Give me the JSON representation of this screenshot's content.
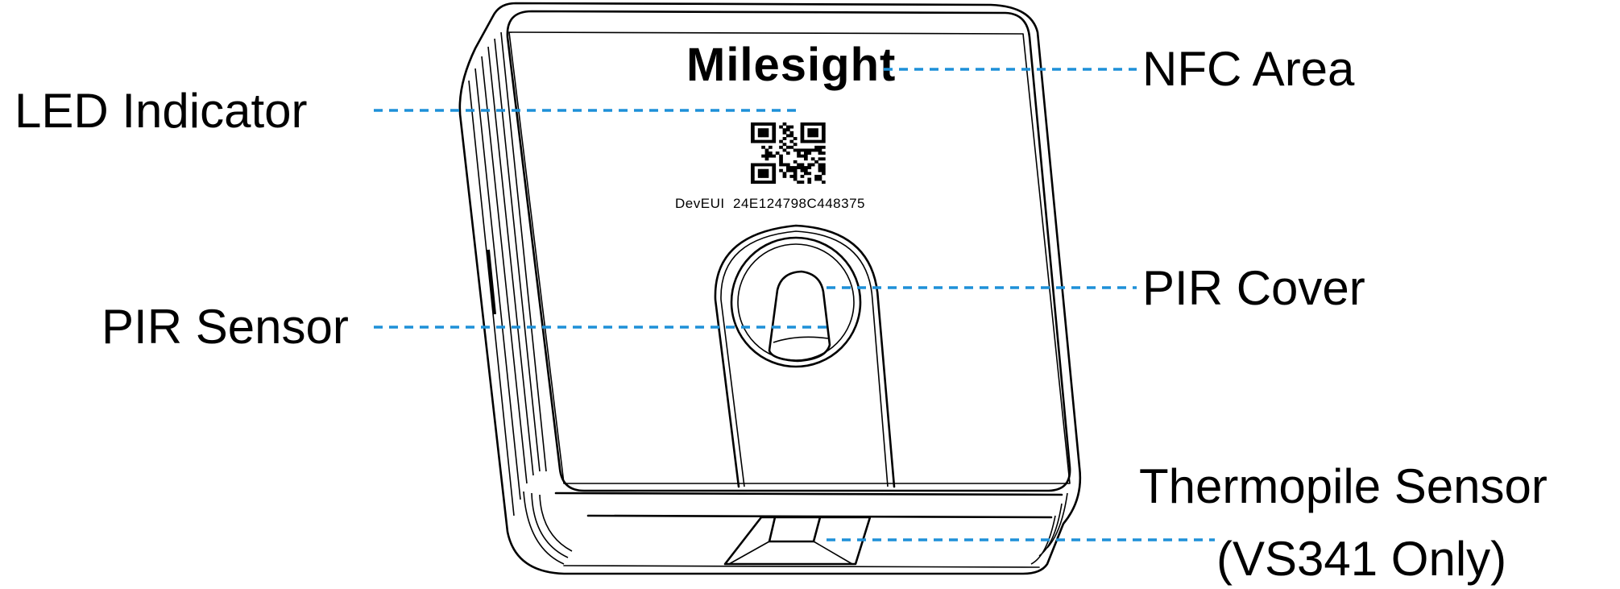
{
  "diagram": {
    "device": {
      "logo_text": "Milesight",
      "dev_eui": "DevEUI  24E124798C448375"
    },
    "labels": {
      "led_indicator": "LED Indicator",
      "nfc_area": "NFC Area",
      "pir_sensor": "PIR Sensor",
      "pir_cover": "PIR Cover",
      "thermopile_line1": "Thermopile Sensor",
      "thermopile_line2": "(VS341 Only)"
    },
    "colors": {
      "leader_line": "#1e90d8",
      "outline": "#000000"
    }
  }
}
